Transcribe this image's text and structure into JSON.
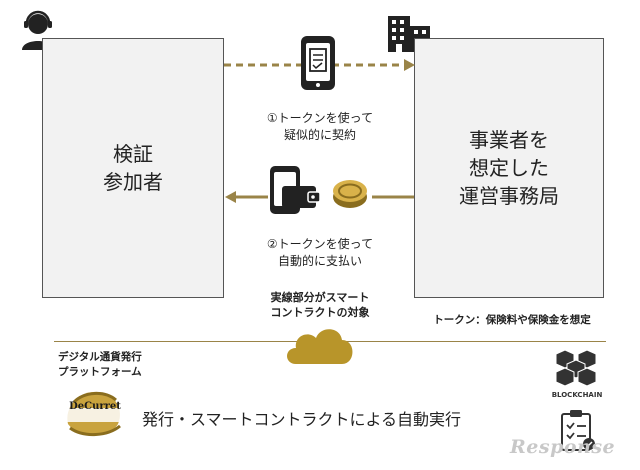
{
  "left_box": {
    "line1": "検証",
    "line2": "参加者"
  },
  "right_box": {
    "line1": "事業者を",
    "line2": "想定した",
    "line3": "運営事務局"
  },
  "step1": {
    "line1": "①トークンを使って",
    "line2": "疑似的に契約"
  },
  "step2": {
    "line1": "②トークンを使って",
    "line2": "自動的に支払い"
  },
  "smart_contract_note": {
    "line1": "実線部分がスマート",
    "line2": "コントラクトの対象"
  },
  "token_note": "トークン：保険料や保険金を想定",
  "platform": {
    "line1": "デジタル通貨発行",
    "line2": "プラットフォーム",
    "logo_text": "DeCurret"
  },
  "bottom_caption": "発行・スマートコントラクトによる自動実行",
  "blockchain_label": "BLOCKCHAIN",
  "watermark": "Response",
  "colors": {
    "accent": "#9a8448",
    "dark": "#222222",
    "box_fill": "#f2f2f2",
    "cloud": "#b8952a"
  }
}
